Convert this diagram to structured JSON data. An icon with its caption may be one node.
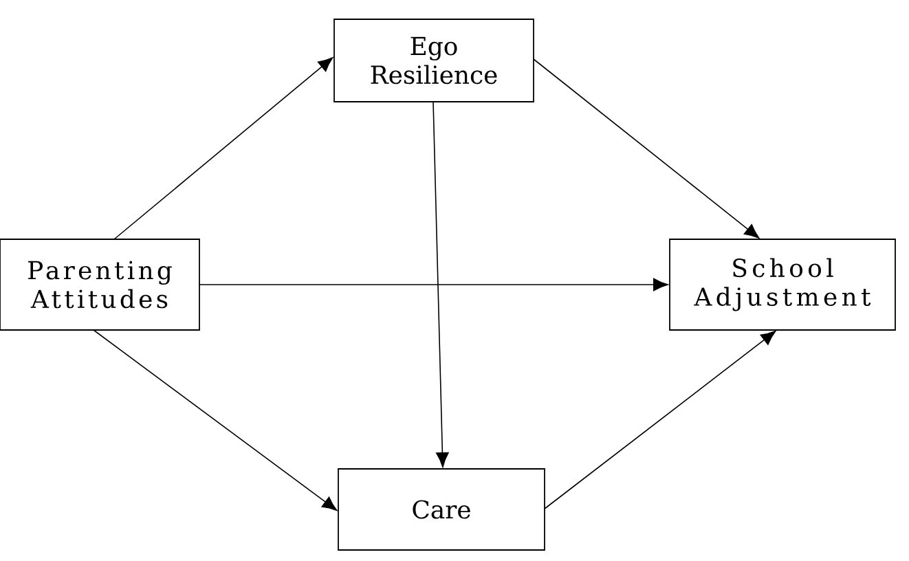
{
  "diagram": {
    "nodes": [
      {
        "text": [
          "Ego Resilience"
        ]
      },
      {
        "text": [
          "Parenting Attitudes"
        ]
      },
      {
        "text": [
          "School Adjustment"
        ]
      },
      {
        "text": [
          "Care"
        ]
      }
    ],
    "edges": [
      {
        "from": 1,
        "to": 0,
        "arrow": "to"
      },
      {
        "from": 1,
        "to": 2,
        "arrow": "to"
      },
      {
        "from": 1,
        "to": 3,
        "arrow": "to"
      },
      {
        "from": 0,
        "to": 3,
        "arrow": "to"
      },
      {
        "from": 0,
        "to": 2,
        "arrow": "to"
      },
      {
        "from": 3,
        "to": 2,
        "arrow": "to"
      }
    ]
  }
}
